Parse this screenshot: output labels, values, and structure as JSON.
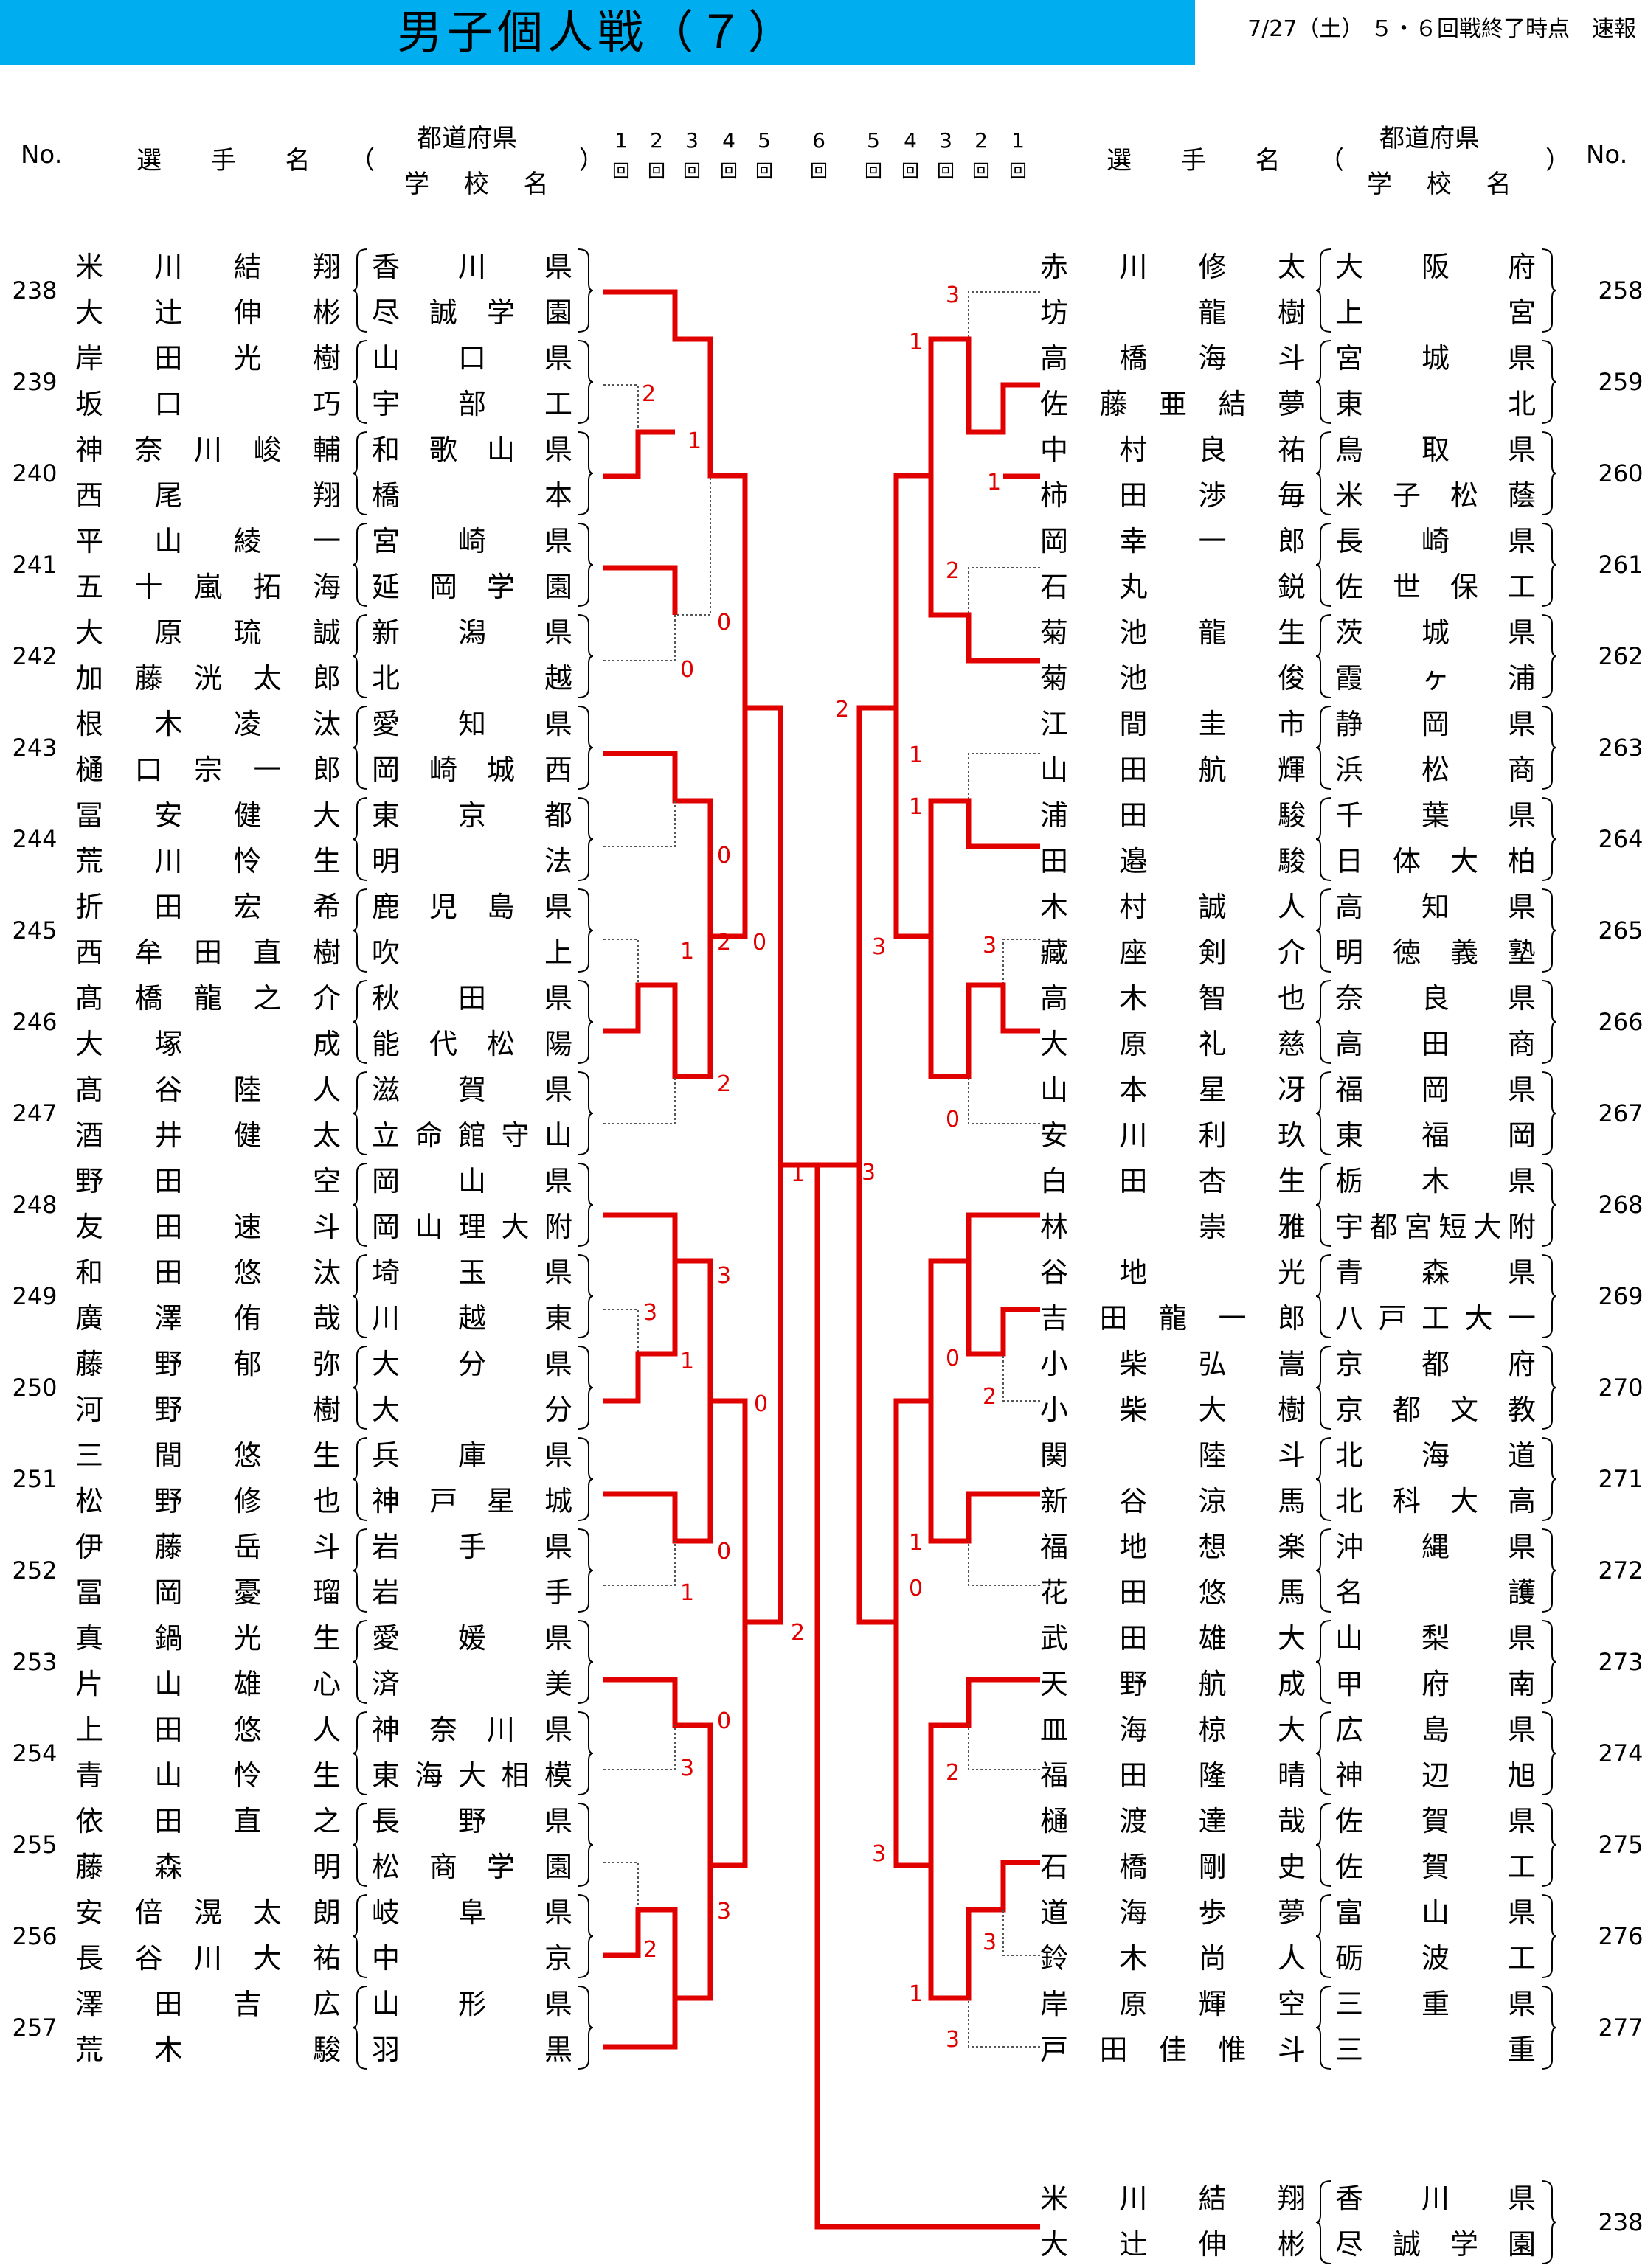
{
  "header": {
    "title": "男子個人戦（７）",
    "report_info": "7/27（土） ５・６回戦終了時点　速報"
  },
  "columns": {
    "no": "No.",
    "player": "選 手 名",
    "paren_open": "（",
    "paren_close": "）",
    "pref": "都道府県",
    "school": "学 校 名",
    "rounds_left": [
      "1",
      "2",
      "3",
      "4",
      "5"
    ],
    "round_center": "6",
    "rounds_right": [
      "5",
      "4",
      "3",
      "2",
      "1"
    ],
    "kai": "回"
  },
  "left_pairs": [
    {
      "no": "238",
      "p1": "米川 結翔",
      "s1": "香川県",
      "p2": "大辻 伸彬",
      "s2": "尽誠学園"
    },
    {
      "no": "239",
      "p1": "岸田 光樹",
      "s1": "山口県",
      "p2": "坂口 巧",
      "s2": "宇部工"
    },
    {
      "no": "240",
      "p1": "神奈川 峻輔",
      "s1": "和歌山県",
      "p2": "西尾 翔",
      "s2": "橋本"
    },
    {
      "no": "241",
      "p1": "平山 綾一",
      "s1": "宮崎県",
      "p2": "五十嵐 拓海",
      "s2": "延岡学園"
    },
    {
      "no": "242",
      "p1": "大原 琉誠",
      "s1": "新潟県",
      "p2": "加藤 洸太郎",
      "s2": "北越"
    },
    {
      "no": "243",
      "p1": "根木 凌汰",
      "s1": "愛知県",
      "p2": "樋口 宗一郎",
      "s2": "岡崎城西"
    },
    {
      "no": "244",
      "p1": "冨安 健大",
      "s1": "東京都",
      "p2": "荒川 怜生",
      "s2": "明法"
    },
    {
      "no": "245",
      "p1": "折田 宏希",
      "s1": "鹿児島県",
      "p2": "西牟田 直樹",
      "s2": "吹上"
    },
    {
      "no": "246",
      "p1": "髙橋 龍之介",
      "s1": "秋田県",
      "p2": "大塚 成",
      "s2": "能代松陽"
    },
    {
      "no": "247",
      "p1": "髙谷 陸人",
      "s1": "滋賀県",
      "p2": "酒井 健太",
      "s2": "立命館守山"
    },
    {
      "no": "248",
      "p1": "野田 空",
      "s1": "岡山県",
      "p2": "友田 速斗",
      "s2": "岡山理大附"
    },
    {
      "no": "249",
      "p1": "和田 悠汰",
      "s1": "埼玉県",
      "p2": "廣澤 侑哉",
      "s2": "川越東"
    },
    {
      "no": "250",
      "p1": "藤野 郁弥",
      "s1": "大分県",
      "p2": "河野 樹",
      "s2": "大分"
    },
    {
      "no": "251",
      "p1": "三間 悠生",
      "s1": "兵庫県",
      "p2": "松野 修也",
      "s2": "神戸星城"
    },
    {
      "no": "252",
      "p1": "伊藤 岳斗",
      "s1": "岩手県",
      "p2": "冨岡 憂瑠",
      "s2": "岩手"
    },
    {
      "no": "253",
      "p1": "真鍋 光生",
      "s1": "愛媛県",
      "p2": "片山 雄心",
      "s2": "済美"
    },
    {
      "no": "254",
      "p1": "上田 悠人",
      "s1": "神奈川県",
      "p2": "青山 怜生",
      "s2": "東海大相模"
    },
    {
      "no": "255",
      "p1": "依田 直之",
      "s1": "長野県",
      "p2": "藤森 明",
      "s2": "松商学園"
    },
    {
      "no": "256",
      "p1": "安倍 滉太朗",
      "s1": "岐阜県",
      "p2": "長谷川 大祐",
      "s2": "中京"
    },
    {
      "no": "257",
      "p1": "澤田 吉広",
      "s1": "山形県",
      "p2": "荒木 駿",
      "s2": "羽黒"
    }
  ],
  "right_pairs": [
    {
      "no": "258",
      "p1": "赤川 修太",
      "s1": "大阪府",
      "p2": "坊 龍樹",
      "s2": "上宮"
    },
    {
      "no": "259",
      "p1": "高橋 海斗",
      "s1": "宮城県",
      "p2": "佐藤 亜結夢",
      "s2": "東北"
    },
    {
      "no": "260",
      "p1": "中村 良祐",
      "s1": "鳥取県",
      "p2": "柿田 渉毎",
      "s2": "米子松蔭"
    },
    {
      "no": "261",
      "p1": "岡 幸一郎",
      "s1": "長崎県",
      "p2": "石丸 鋭",
      "s2": "佐世保工"
    },
    {
      "no": "262",
      "p1": "菊池 龍生",
      "s1": "茨城県",
      "p2": "菊池 俊",
      "s2": "霞ヶ浦"
    },
    {
      "no": "263",
      "p1": "江間 圭市",
      "s1": "静岡県",
      "p2": "山田 航輝",
      "s2": "浜松商"
    },
    {
      "no": "264",
      "p1": "浦田 駿",
      "s1": "千葉県",
      "p2": "田邉 駿",
      "s2": "日体大柏"
    },
    {
      "no": "265",
      "p1": "木村 誠人",
      "s1": "高知県",
      "p2": "藏座 剣介",
      "s2": "明徳義塾"
    },
    {
      "no": "266",
      "p1": "高木 智也",
      "s1": "奈良県",
      "p2": "大原 礼慈",
      "s2": "高田商"
    },
    {
      "no": "267",
      "p1": "山本 星冴",
      "s1": "福岡県",
      "p2": "安川 利玖",
      "s2": "東福岡"
    },
    {
      "no": "268",
      "p1": "白田 杏生",
      "s1": "栃木県",
      "p2": "林 崇雅",
      "s2": "宇都宮短大附"
    },
    {
      "no": "269",
      "p1": "谷地 光",
      "s1": "青森県",
      "p2": "吉田 龍一郎",
      "s2": "八戸工大一"
    },
    {
      "no": "270",
      "p1": "小柴 弘嵩",
      "s1": "京都府",
      "p2": "小柴 大樹",
      "s2": "京都文教"
    },
    {
      "no": "271",
      "p1": "関 陸斗",
      "s1": "北海道",
      "p2": "新谷 涼馬",
      "s2": "北科大高"
    },
    {
      "no": "272",
      "p1": "福地 想楽",
      "s1": "沖縄県",
      "p2": "花田 悠馬",
      "s2": "名護"
    },
    {
      "no": "273",
      "p1": "武田 雄大",
      "s1": "山梨県",
      "p2": "天野 航成",
      "s2": "甲府南"
    },
    {
      "no": "274",
      "p1": "皿海 椋大",
      "s1": "広島県",
      "p2": "福田 隆晴",
      "s2": "神辺旭"
    },
    {
      "no": "275",
      "p1": "樋渡 達哉",
      "s1": "佐賀県",
      "p2": "石橋 剛史",
      "s2": "佐賀工"
    },
    {
      "no": "276",
      "p1": "道海 歩夢",
      "s1": "富山県",
      "p2": "鈴木 尚人",
      "s2": "砺波工"
    },
    {
      "no": "277",
      "p1": "岸原 輝空",
      "s1": "三重県",
      "p2": "戸田 佳惟斗",
      "s2": "三重"
    }
  ],
  "winner": {
    "no": "238",
    "p1": "米川 結翔",
    "s1": "香川県",
    "p2": "大辻 伸彬",
    "s2": "尽誠学園"
  },
  "colors": {
    "header_bg": "#00aeef",
    "bracket": "#e00000",
    "thin": "#555555"
  },
  "scores": {
    "left": [
      "2",
      "1",
      "0",
      "0",
      "0",
      "2",
      "0",
      "2",
      "1",
      "3",
      "3",
      "1",
      "0",
      "0",
      "1",
      "0",
      "3",
      "3",
      "2",
      "2",
      "1"
    ],
    "right": [
      "3",
      "1",
      "1",
      "2",
      "1",
      "1",
      "3",
      "3",
      "0",
      "0",
      "2",
      "1",
      "0",
      "2",
      "3",
      "3",
      "1",
      "3",
      "2",
      "3"
    ]
  }
}
